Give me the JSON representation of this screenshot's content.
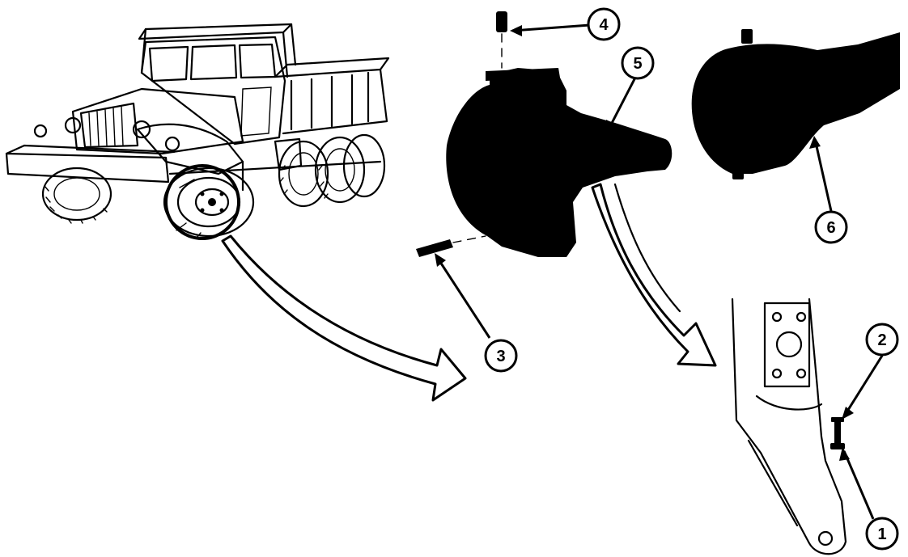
{
  "callouts": [
    {
      "id": "c1",
      "label": "1"
    },
    {
      "id": "c2",
      "label": "2"
    },
    {
      "id": "c3",
      "label": "3"
    },
    {
      "id": "c4",
      "label": "4"
    },
    {
      "id": "c5",
      "label": "5"
    },
    {
      "id": "c6",
      "label": "6"
    }
  ],
  "colors": {
    "ink": "#000000",
    "paper": "#ffffff"
  }
}
